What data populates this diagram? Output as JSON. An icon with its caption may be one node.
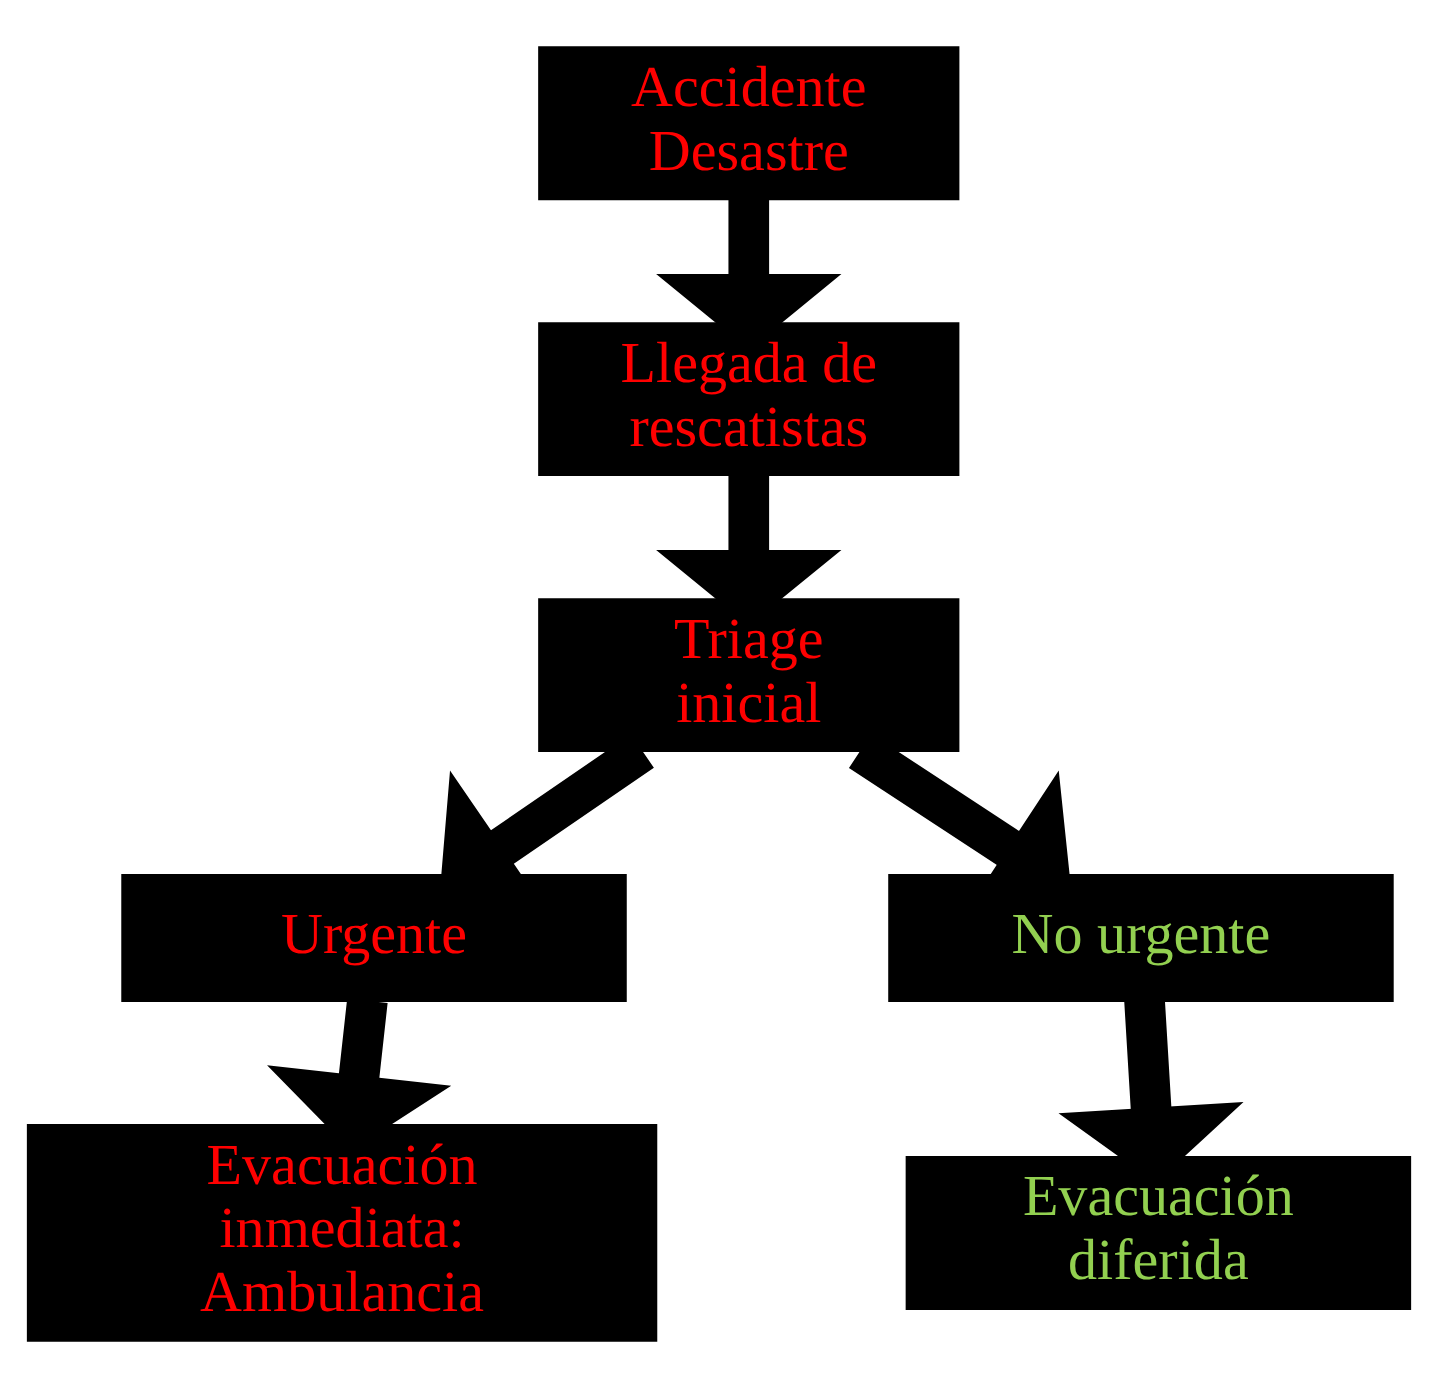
{
  "diagram": {
    "nodes": [
      {
        "text": [
          "Accidente Desastre"
        ]
      },
      {
        "text": [
          "Llegada de rescatistas"
        ]
      },
      {
        "text": [
          "Triage inicial"
        ]
      },
      {
        "text": [
          "Urgente"
        ]
      },
      {
        "text": [
          "No urgente"
        ]
      },
      {
        "text": [
          "Evacuación inmediata: Ambulancia"
        ]
      },
      {
        "text": [
          "Evacuación diferida"
        ]
      }
    ],
    "edges": [
      {
        "from": 0,
        "to": 1,
        "arrow": "to"
      },
      {
        "from": 1,
        "to": 2,
        "arrow": "to"
      },
      {
        "from": 2,
        "to": 3,
        "arrow": "to"
      },
      {
        "from": 2,
        "to": 4,
        "arrow": "to"
      },
      {
        "from": 3,
        "to": 5,
        "arrow": "to"
      },
      {
        "from": 4,
        "to": 6,
        "arrow": "to"
      }
    ]
  }
}
